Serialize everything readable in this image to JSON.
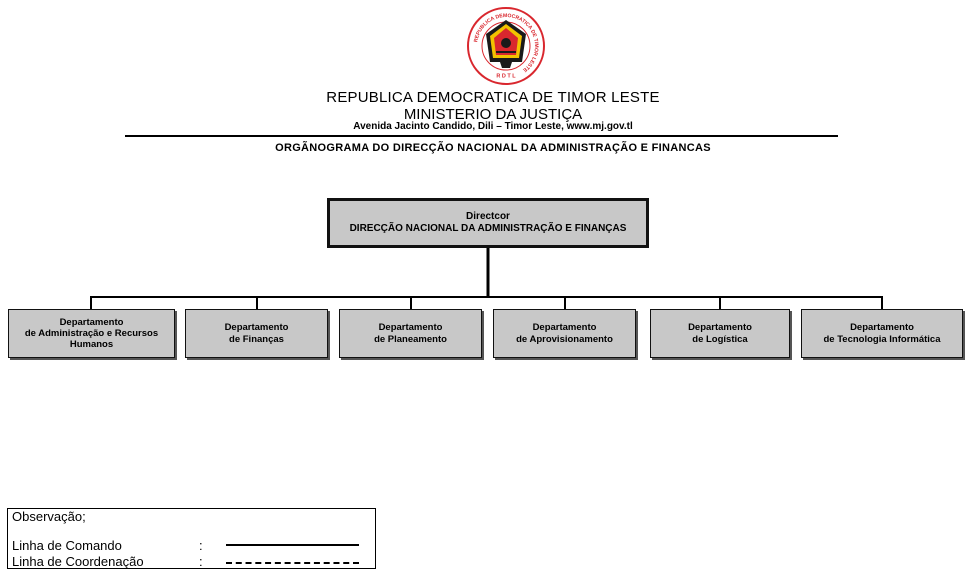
{
  "emblem": {
    "ring_text": "REPUBLICA DEMOCRATICA DE TIMOR LESTE",
    "abbrev": "R D T L",
    "colors": {
      "ring": "#d9272e",
      "shield": "#1a1a1a",
      "accent": "#f2c200"
    }
  },
  "header": {
    "line1": "REPUBLICA DEMOCRATICA DE TIMOR LESTE",
    "line2": "MINISTERIO DA JUSTIÇA",
    "address": "Avenida Jacinto Candido, Dili – Timor Leste, www.mj.gov.tl",
    "title": "ORGÃNOGRAMA DO DIRECÇÃO NACIONAL DA ADMINISTRAÇÃO E FINANCAS"
  },
  "org": {
    "director": {
      "line1": "Directcor",
      "line2": "DIRECÇÃO NACIONAL DA ADMINISTRAÇÃO E FINANÇAS"
    },
    "departments": [
      {
        "line1": "Departamento",
        "line2": "de Administração e Recursos",
        "line3": "Humanos"
      },
      {
        "line1": "Departamento",
        "line2": "de Finanças"
      },
      {
        "line1": "Departamento",
        "line2": "de Planeamento"
      },
      {
        "line1": "Departamento",
        "line2": "de Aprovisionamento"
      },
      {
        "line1": "Departamento",
        "line2": "de Logística"
      },
      {
        "line1": "Departamento",
        "line2": "de Tecnologia Informática"
      }
    ],
    "colors": {
      "box_fill": "#c8c8c8",
      "border": "#111111"
    }
  },
  "legend": {
    "title": "Observação;",
    "command_label": "Linha de Comando",
    "coordination_label": "Linha de Coordenação",
    "separator": ":"
  }
}
